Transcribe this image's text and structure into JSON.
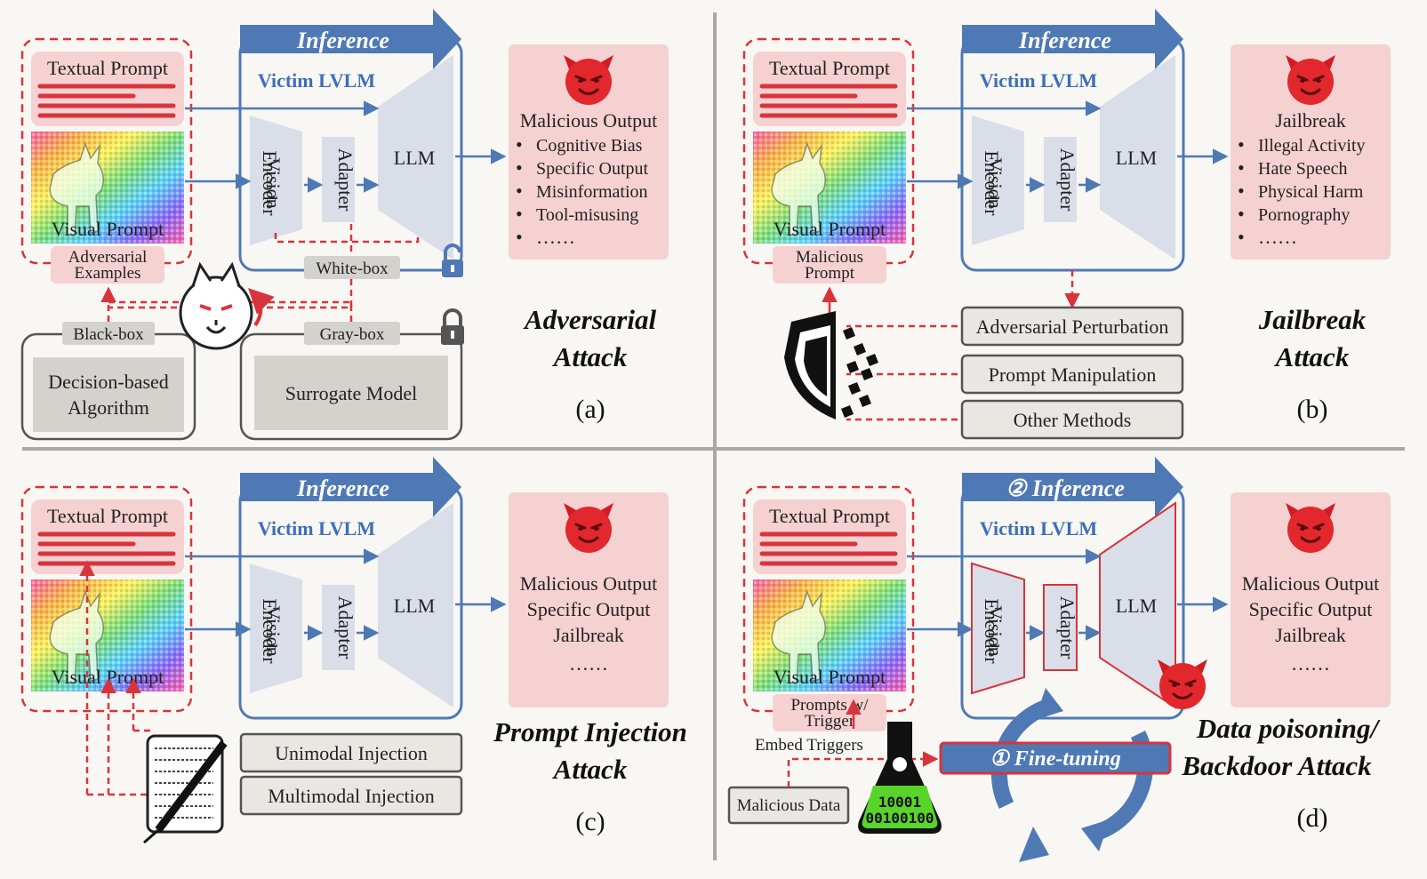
{
  "colors": {
    "background": "#f8f7f3",
    "blue": "#4f79b5",
    "pink": "#f6d1d2",
    "red_dash": "#d8343c",
    "module": "#d9dee9",
    "gray_box": "#d4d2cc",
    "poison_green": "#59d42a"
  },
  "common": {
    "textual_prompt": "Textual Prompt",
    "visual_prompt": "Visual Prompt",
    "inference": "Inference",
    "victim": "Victim LVLM",
    "vision_encoder_l1": "Vision",
    "vision_encoder_l2": "Encoder",
    "adapter": "Adapter",
    "llm": "LLM",
    "ellipsis": "……",
    "bullet": "•"
  },
  "panel_a": {
    "prompt_tag_l1": "Adversarial",
    "prompt_tag_l2": "Examples",
    "output_title": "Malicious Output",
    "output_items": [
      "Cognitive Bias",
      "Specific Output",
      "Misinformation",
      "Tool-misusing"
    ],
    "white_box": "White-box",
    "black_box": "Black-box",
    "gray_box": "Gray-box",
    "decision_l1": "Decision-based",
    "decision_l2": "Algorithm",
    "surrogate": "Surrogate Model",
    "title_l1": "Adversarial",
    "title_l2": "Attack",
    "id": "(a)",
    "attacker_icon": "wolf-in-sheep-icon",
    "lock_open_icon": "unlocked-padlock-icon",
    "lock_closed_icon": "locked-padlock-icon"
  },
  "panel_b": {
    "prompt_tag_l1": "Malicious",
    "prompt_tag_l2": "Prompt",
    "output_title": "Jailbreak",
    "output_items": [
      "Illegal Activity",
      "Hate Speech",
      "Physical Harm",
      "Pornography"
    ],
    "methods": [
      "Adversarial Perturbation",
      "Prompt Manipulation",
      "Other Methods"
    ],
    "title_l1": "Jailbreak",
    "title_l2": "Attack",
    "id": "(b)",
    "shield_icon": "broken-shield-icon"
  },
  "panel_c": {
    "output_lines": [
      "Malicious Output",
      "Specific Output",
      "Jailbreak"
    ],
    "injections": [
      "Unimodal Injection",
      "Multimodal Injection"
    ],
    "title_l1": "Prompt Injection",
    "title_l2": "Attack",
    "id": "(c)",
    "syringe_icon": "syringe-code-scroll-icon"
  },
  "panel_d": {
    "prompt_tag_l1": "Prompts w/",
    "prompt_tag_l2": "Trigger",
    "inference_step": "② Inference",
    "output_lines": [
      "Malicious Output",
      "Specific Output",
      "Jailbreak"
    ],
    "embed_triggers": "Embed Triggers",
    "malicious_data": "Malicious Data",
    "fine_tuning": "① Fine-tuning",
    "flask_l1": "10001",
    "flask_l2": "00100100",
    "title_l1": "Data poisoning/",
    "title_l2": "Backdoor Attack",
    "id": "(d)",
    "flask_icon": "poison-flask-icon",
    "cycle_icon": "cycle-arrows-icon"
  }
}
